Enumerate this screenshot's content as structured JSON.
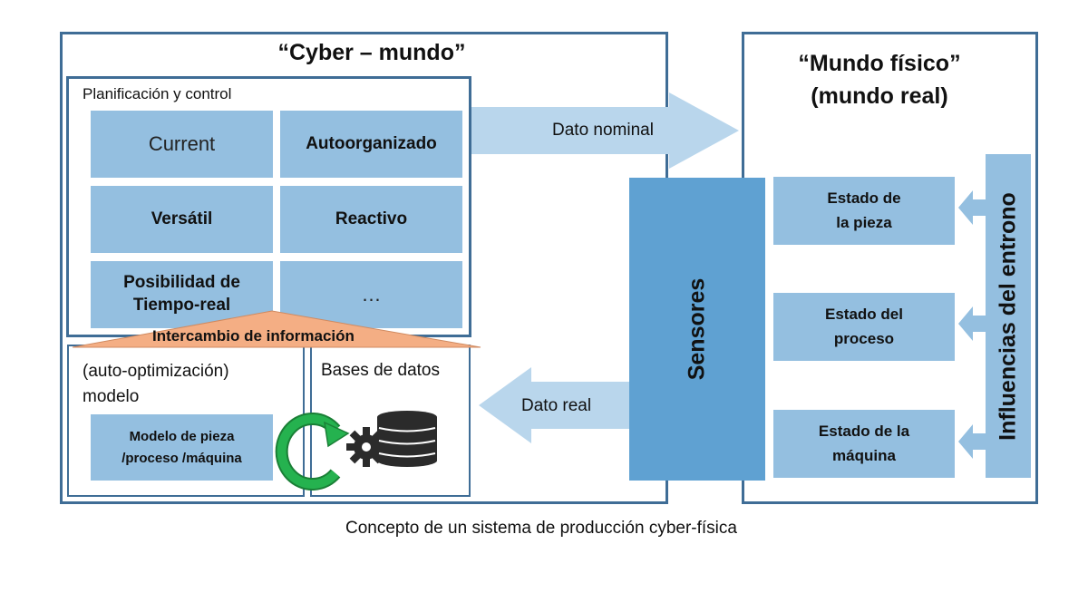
{
  "cyber_world": {
    "title": "“Cyber – mundo”",
    "planning": {
      "label": "Planificación y control",
      "cells": [
        "Current",
        "Autoorganizado",
        "Versátil",
        "Reactivo",
        "Posibilidad de Tiempo-real",
        "…"
      ]
    },
    "info_exchange": "Intercambio de información",
    "model": {
      "label_line1": "(auto-optimización)",
      "label_line2": "modelo",
      "box_line1": "Modelo de pieza",
      "box_line2": "/proceso  /máquina"
    },
    "databases": {
      "label": "Bases de datos"
    }
  },
  "arrows": {
    "nominal": "Dato nominal",
    "real": "Dato real"
  },
  "sensors": {
    "label": "Sensores"
  },
  "physical_world": {
    "title_line1": "“Mundo físico”",
    "title_line2": "(mundo real)",
    "states": [
      {
        "line1": "Estado de",
        "line2": "la pieza"
      },
      {
        "line1": "Estado del",
        "line2": "proceso"
      },
      {
        "line1": "Estado de la",
        "line2": "máquina"
      }
    ],
    "influences": "Influencias del entrono"
  },
  "caption": "Concepto de un sistema de producción cyber-física",
  "colors": {
    "frame": "#3f6d96",
    "cell": "#94bfe0",
    "arrow": "#b9d6ec",
    "sensors": "#5fa1d2",
    "info_exchange": "#f4ae84",
    "cycle": "#1faa4a",
    "db_icon": "#2b2b2b"
  }
}
